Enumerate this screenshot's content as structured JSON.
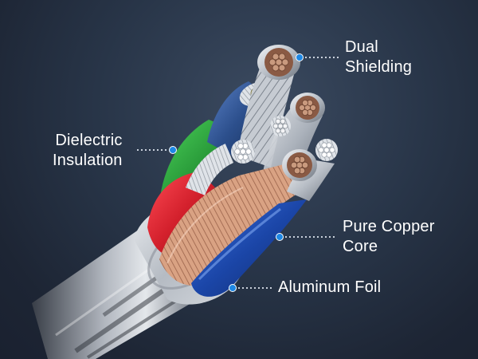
{
  "callouts": {
    "dual_shielding": {
      "line1": "Dual",
      "line2": "Shielding"
    },
    "dielectric_insulation": {
      "line1": "Dielectric",
      "line2": "Insulation"
    },
    "pure_copper_core": {
      "line1": "Pure Copper",
      "line2": "Core"
    },
    "aluminum_foil": {
      "line1": "Aluminum Foil"
    }
  },
  "colors": {
    "marker": "#1e88e5",
    "leader": "#dfe6ef",
    "wire_red": "#d3202c",
    "wire_blue": "#1b46a8",
    "wire_green": "#2a9c3a",
    "wire_navy": "#2c4f8c",
    "copper": "#c88a6a",
    "text": "#ffffff"
  }
}
